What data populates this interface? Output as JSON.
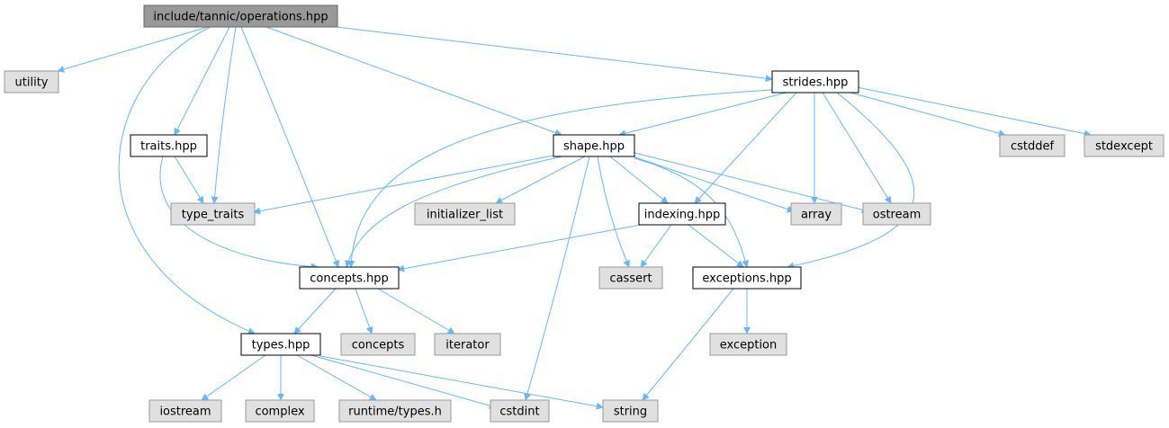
{
  "colors": {
    "edge": "#63b8ff",
    "root_fill": "#999999",
    "header_fill": "#ffffff",
    "header_stroke": "#000000",
    "external_fill": "#e0e0e0",
    "external_stroke": "#999999",
    "text": "#000000"
  },
  "nodes": [
    {
      "id": "root",
      "label": "include/tannic/operations.hpp",
      "kind": "root"
    },
    {
      "id": "utility",
      "label": "utility",
      "kind": "external"
    },
    {
      "id": "strides",
      "label": "strides.hpp",
      "kind": "header"
    },
    {
      "id": "traits",
      "label": "traits.hpp",
      "kind": "header"
    },
    {
      "id": "shape",
      "label": "shape.hpp",
      "kind": "header"
    },
    {
      "id": "cstddef",
      "label": "cstddef",
      "kind": "external"
    },
    {
      "id": "stdexcept",
      "label": "stdexcept",
      "kind": "external"
    },
    {
      "id": "type_traits",
      "label": "type_traits",
      "kind": "external"
    },
    {
      "id": "initializer_list",
      "label": "initializer_list",
      "kind": "external"
    },
    {
      "id": "indexing",
      "label": "indexing.hpp",
      "kind": "header"
    },
    {
      "id": "array",
      "label": "array",
      "kind": "external"
    },
    {
      "id": "ostream",
      "label": "ostream",
      "kind": "external"
    },
    {
      "id": "concepts_hpp",
      "label": "concepts.hpp",
      "kind": "header"
    },
    {
      "id": "cassert",
      "label": "cassert",
      "kind": "external"
    },
    {
      "id": "exceptions",
      "label": "exceptions.hpp",
      "kind": "header"
    },
    {
      "id": "types_hpp",
      "label": "types.hpp",
      "kind": "header"
    },
    {
      "id": "concepts",
      "label": "concepts",
      "kind": "external"
    },
    {
      "id": "iterator",
      "label": "iterator",
      "kind": "external"
    },
    {
      "id": "exception",
      "label": "exception",
      "kind": "external"
    },
    {
      "id": "iostream",
      "label": "iostream",
      "kind": "external"
    },
    {
      "id": "complex",
      "label": "complex",
      "kind": "external"
    },
    {
      "id": "runtime_types",
      "label": "runtime/types.h",
      "kind": "external"
    },
    {
      "id": "cstdint",
      "label": "cstdint",
      "kind": "external"
    },
    {
      "id": "string",
      "label": "string",
      "kind": "external"
    }
  ],
  "edges": [
    {
      "from": "root",
      "to": "utility"
    },
    {
      "from": "root",
      "to": "strides"
    },
    {
      "from": "root",
      "to": "traits"
    },
    {
      "from": "root",
      "to": "type_traits"
    },
    {
      "from": "root",
      "to": "shape"
    },
    {
      "from": "root",
      "to": "concepts_hpp"
    },
    {
      "from": "root",
      "to": "types_hpp"
    },
    {
      "from": "strides",
      "to": "shape"
    },
    {
      "from": "strides",
      "to": "concepts_hpp"
    },
    {
      "from": "strides",
      "to": "indexing"
    },
    {
      "from": "strides",
      "to": "array"
    },
    {
      "from": "strides",
      "to": "ostream"
    },
    {
      "from": "strides",
      "to": "exceptions"
    },
    {
      "from": "strides",
      "to": "cstddef"
    },
    {
      "from": "strides",
      "to": "stdexcept"
    },
    {
      "from": "traits",
      "to": "type_traits"
    },
    {
      "from": "traits",
      "to": "concepts_hpp"
    },
    {
      "from": "shape",
      "to": "type_traits"
    },
    {
      "from": "shape",
      "to": "concepts_hpp"
    },
    {
      "from": "shape",
      "to": "initializer_list"
    },
    {
      "from": "shape",
      "to": "cstdint"
    },
    {
      "from": "shape",
      "to": "cassert"
    },
    {
      "from": "shape",
      "to": "indexing"
    },
    {
      "from": "shape",
      "to": "array"
    },
    {
      "from": "shape",
      "to": "ostream"
    },
    {
      "from": "shape",
      "to": "exceptions"
    },
    {
      "from": "indexing",
      "to": "concepts_hpp"
    },
    {
      "from": "indexing",
      "to": "cassert"
    },
    {
      "from": "indexing",
      "to": "exceptions"
    },
    {
      "from": "concepts_hpp",
      "to": "types_hpp"
    },
    {
      "from": "concepts_hpp",
      "to": "concepts"
    },
    {
      "from": "concepts_hpp",
      "to": "iterator"
    },
    {
      "from": "exceptions",
      "to": "exception"
    },
    {
      "from": "exceptions",
      "to": "string"
    },
    {
      "from": "types_hpp",
      "to": "iostream"
    },
    {
      "from": "types_hpp",
      "to": "complex"
    },
    {
      "from": "types_hpp",
      "to": "runtime_types"
    },
    {
      "from": "types_hpp",
      "to": "cstdint"
    },
    {
      "from": "types_hpp",
      "to": "string"
    }
  ]
}
